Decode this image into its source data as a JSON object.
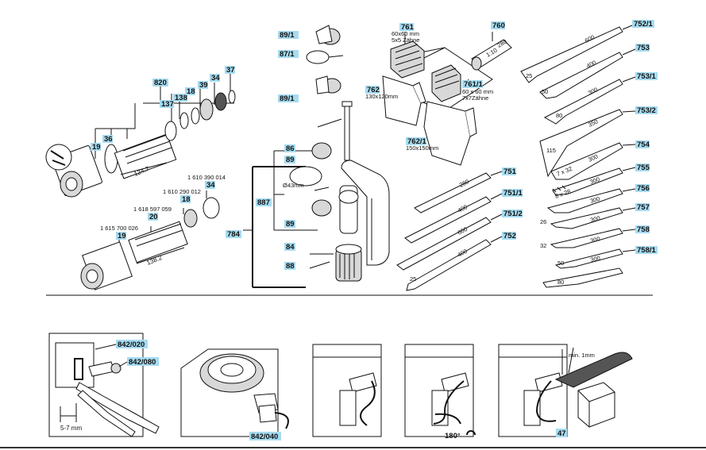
{
  "labels": {
    "l820": "820",
    "l137": "137",
    "l138": "138",
    "l18a": "18",
    "l39": "39",
    "l34a": "34",
    "l37": "37",
    "l19a": "19",
    "l36": "36",
    "d124": "124.7",
    "pn1": "1 610 390 014",
    "l34b": "34",
    "pn2": "1 610 290 012",
    "l18b": "18",
    "pn3": "1 618 597 059",
    "l20": "20",
    "pn4": "1 615 700 026",
    "l19b": "19",
    "d138": "138.2",
    "l891a": "89/1",
    "l871": "87/1",
    "l891b": "89/1",
    "l86": "86",
    "l89a": "89",
    "d43": "Ø43mm",
    "l887": "887",
    "l89b": "89",
    "l784": "784",
    "l84": "84",
    "l88": "88",
    "l761": "761",
    "t761a": "60x60 mm",
    "t761b": "5x5 Zähne",
    "l760": "760",
    "l762": "762",
    "t762": "130x120mm",
    "l7611": "761/1",
    "t7611a": "60 x 60 mm",
    "t7611b": "7x7Zähne",
    "l7621": "762/1",
    "t7621": "150x150mm",
    "l751": "751",
    "l7511": "751/1",
    "l7512": "751/2",
    "l752": "752",
    "l7521": "752/1",
    "l753": "753",
    "l7531": "753/1",
    "l7532": "753/2",
    "l754": "754",
    "l755": "755",
    "l756": "756",
    "l757": "757",
    "l758": "758",
    "l7581": "758/1",
    "l842020": "842/020",
    "l842080": "842/080",
    "d57": "5-7 mm",
    "l842040": "842/040",
    "t180": "180°",
    "tmin": "min. 1mm",
    "l47": "47",
    "c110": "1:10",
    "c280": "280",
    "w25a": "25",
    "w50a": "50",
    "w80a": "80",
    "w115": "115",
    "w7x32": "7 x 32",
    "w8x28": "8 x 28",
    "w26": "26",
    "w32": "32",
    "w50b": "50",
    "w80b": "80",
    "w25b": "25",
    "len600a": "600",
    "len400a": "400",
    "len300a": "300",
    "len350": "350",
    "len300b": "300",
    "len300c": "300",
    "len300d": "300",
    "len300e": "300",
    "len300f": "300",
    "len300g": "300",
    "pt280": "280",
    "pt400": "400",
    "pt600": "600",
    "pt400b": "400"
  },
  "colors": {
    "label_fill": "#a6dbf0",
    "ink": "#111111"
  }
}
